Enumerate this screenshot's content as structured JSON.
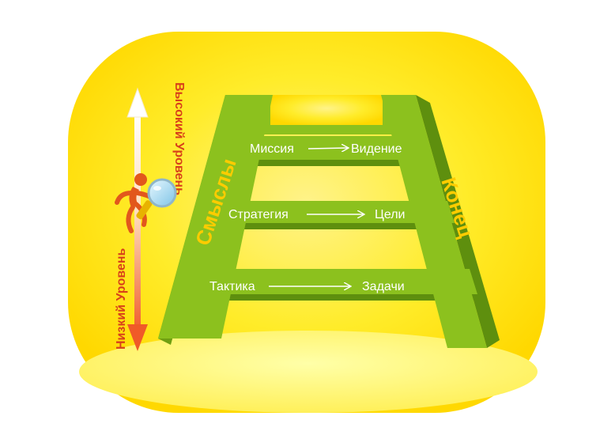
{
  "steps": [
    {
      "left": "Миссия",
      "right": "Видение"
    },
    {
      "left": "Стратегия",
      "right": "Цели"
    },
    {
      "left": "Тактика",
      "right": "Задачи"
    }
  ],
  "rails": {
    "left": "Смыслы",
    "right": "Конец"
  },
  "levels": {
    "high": "Высокий Уровень",
    "low": "Низкий Уровень"
  },
  "colors": {
    "background_yellow": "#ffe000",
    "ladder_green": "#8cc11e",
    "ladder_dark": "#5e8f0e",
    "rail_text": "#ffcc00",
    "level_text": "#d8401a"
  }
}
